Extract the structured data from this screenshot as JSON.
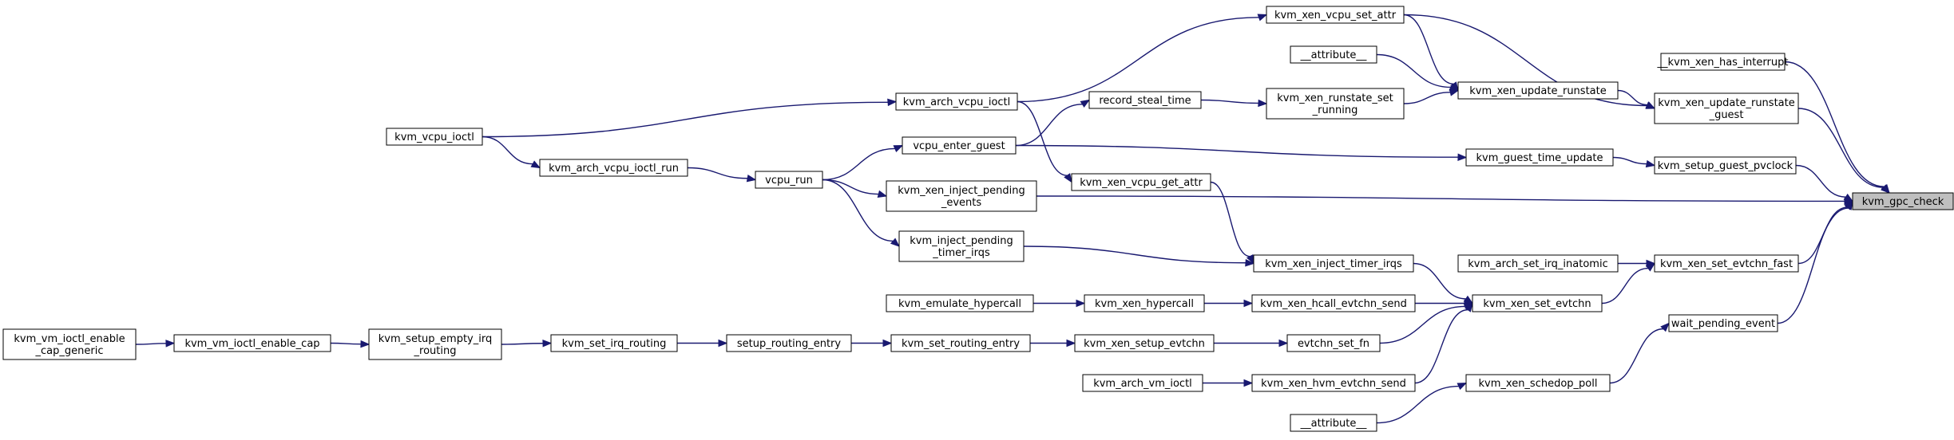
{
  "graph": {
    "nodes": [
      {
        "id": "kvm_gpc_check",
        "lines": [
          "kvm_gpc_check"
        ],
        "focus": true
      },
      {
        "id": "kvm_xen_has_interrupt",
        "lines": [
          "__kvm_xen_has_interrupt"
        ]
      },
      {
        "id": "kvm_xen_update_runstate_guest",
        "lines": [
          "kvm_xen_update_runstate",
          "_guest"
        ]
      },
      {
        "id": "kvm_setup_guest_pvclock",
        "lines": [
          "kvm_setup_guest_pvclock"
        ]
      },
      {
        "id": "kvm_xen_set_evtchn_fast",
        "lines": [
          "kvm_xen_set_evtchn_fast"
        ]
      },
      {
        "id": "wait_pending_event",
        "lines": [
          "wait_pending_event"
        ]
      },
      {
        "id": "kvm_xen_update_runstate",
        "lines": [
          "kvm_xen_update_runstate"
        ]
      },
      {
        "id": "kvm_xen_vcpu_set_attr",
        "lines": [
          "kvm_xen_vcpu_set_attr"
        ]
      },
      {
        "id": "attribute_1",
        "lines": [
          "__attribute__"
        ]
      },
      {
        "id": "kvm_xen_runstate_set_running",
        "lines": [
          "kvm_xen_runstate_set",
          "_running"
        ]
      },
      {
        "id": "record_steal_time",
        "lines": [
          "record_steal_time"
        ]
      },
      {
        "id": "kvm_arch_vcpu_ioctl",
        "lines": [
          "kvm_arch_vcpu_ioctl"
        ]
      },
      {
        "id": "kvm_vcpu_ioctl",
        "lines": [
          "kvm_vcpu_ioctl"
        ]
      },
      {
        "id": "vcpu_enter_guest",
        "lines": [
          "vcpu_enter_guest"
        ]
      },
      {
        "id": "vcpu_run",
        "lines": [
          "vcpu_run"
        ]
      },
      {
        "id": "kvm_arch_vcpu_ioctl_run",
        "lines": [
          "kvm_arch_vcpu_ioctl_run"
        ]
      },
      {
        "id": "kvm_guest_time_update",
        "lines": [
          "kvm_guest_time_update"
        ]
      },
      {
        "id": "kvm_xen_inject_pending_events",
        "lines": [
          "kvm_xen_inject_pending",
          "_events"
        ]
      },
      {
        "id": "kvm_xen_vcpu_get_attr",
        "lines": [
          "kvm_xen_vcpu_get_attr"
        ]
      },
      {
        "id": "kvm_inject_pending_timer_irqs",
        "lines": [
          "kvm_inject_pending",
          "_timer_irqs"
        ]
      },
      {
        "id": "kvm_xen_inject_timer_irqs",
        "lines": [
          "kvm_xen_inject_timer_irqs"
        ]
      },
      {
        "id": "kvm_arch_set_irq_inatomic",
        "lines": [
          "kvm_arch_set_irq_inatomic"
        ]
      },
      {
        "id": "kvm_xen_set_evtchn",
        "lines": [
          "kvm_xen_set_evtchn"
        ]
      },
      {
        "id": "kvm_xen_hcall_evtchn_send",
        "lines": [
          "kvm_xen_hcall_evtchn_send"
        ]
      },
      {
        "id": "kvm_xen_hypercall",
        "lines": [
          "kvm_xen_hypercall"
        ]
      },
      {
        "id": "kvm_emulate_hypercall",
        "lines": [
          "kvm_emulate_hypercall"
        ]
      },
      {
        "id": "evtchn_set_fn",
        "lines": [
          "evtchn_set_fn"
        ]
      },
      {
        "id": "kvm_xen_setup_evtchn",
        "lines": [
          "kvm_xen_setup_evtchn"
        ]
      },
      {
        "id": "kvm_set_routing_entry",
        "lines": [
          "kvm_set_routing_entry"
        ]
      },
      {
        "id": "setup_routing_entry",
        "lines": [
          "setup_routing_entry"
        ]
      },
      {
        "id": "kvm_set_irq_routing",
        "lines": [
          "kvm_set_irq_routing"
        ]
      },
      {
        "id": "kvm_setup_empty_irq_routing",
        "lines": [
          "kvm_setup_empty_irq",
          "_routing"
        ]
      },
      {
        "id": "kvm_vm_ioctl_enable_cap",
        "lines": [
          "kvm_vm_ioctl_enable_cap"
        ]
      },
      {
        "id": "kvm_vm_ioctl_enable_cap_generic",
        "lines": [
          "kvm_vm_ioctl_enable",
          "_cap_generic"
        ]
      },
      {
        "id": "kvm_xen_hvm_evtchn_send",
        "lines": [
          "kvm_xen_hvm_evtchn_send"
        ]
      },
      {
        "id": "kvm_arch_vm_ioctl",
        "lines": [
          "kvm_arch_vm_ioctl"
        ]
      },
      {
        "id": "kvm_xen_schedop_poll",
        "lines": [
          "kvm_xen_schedop_poll"
        ]
      },
      {
        "id": "attribute_2",
        "lines": [
          "__attribute__"
        ]
      }
    ],
    "edges": [
      {
        "from": "kvm_xen_has_interrupt",
        "to": "kvm_gpc_check"
      },
      {
        "from": "kvm_xen_update_runstate_guest",
        "to": "kvm_gpc_check"
      },
      {
        "from": "kvm_setup_guest_pvclock",
        "to": "kvm_gpc_check"
      },
      {
        "from": "kvm_xen_set_evtchn_fast",
        "to": "kvm_gpc_check"
      },
      {
        "from": "wait_pending_event",
        "to": "kvm_gpc_check"
      },
      {
        "from": "kvm_xen_inject_pending_events",
        "to": "kvm_gpc_check"
      },
      {
        "from": "kvm_xen_update_runstate",
        "to": "kvm_xen_update_runstate_guest"
      },
      {
        "from": "kvm_xen_vcpu_set_attr",
        "to": "kvm_xen_update_runstate_guest"
      },
      {
        "from": "kvm_xen_vcpu_set_attr",
        "to": "kvm_xen_update_runstate"
      },
      {
        "from": "attribute_1",
        "to": "kvm_xen_update_runstate"
      },
      {
        "from": "kvm_xen_runstate_set_running",
        "to": "kvm_xen_update_runstate"
      },
      {
        "from": "record_steal_time",
        "to": "kvm_xen_runstate_set_running"
      },
      {
        "from": "vcpu_enter_guest",
        "to": "record_steal_time"
      },
      {
        "from": "kvm_arch_vcpu_ioctl",
        "to": "kvm_xen_vcpu_set_attr"
      },
      {
        "from": "kvm_arch_vcpu_ioctl",
        "to": "kvm_xen_vcpu_get_attr"
      },
      {
        "from": "kvm_vcpu_ioctl",
        "to": "kvm_arch_vcpu_ioctl"
      },
      {
        "from": "kvm_vcpu_ioctl",
        "to": "kvm_arch_vcpu_ioctl_run"
      },
      {
        "from": "kvm_arch_vcpu_ioctl_run",
        "to": "vcpu_run"
      },
      {
        "from": "vcpu_run",
        "to": "vcpu_enter_guest"
      },
      {
        "from": "vcpu_run",
        "to": "kvm_xen_inject_pending_events"
      },
      {
        "from": "vcpu_run",
        "to": "kvm_inject_pending_timer_irqs"
      },
      {
        "from": "vcpu_enter_guest",
        "to": "kvm_guest_time_update"
      },
      {
        "from": "kvm_guest_time_update",
        "to": "kvm_setup_guest_pvclock"
      },
      {
        "from": "kvm_xen_vcpu_get_attr",
        "to": "kvm_xen_inject_timer_irqs"
      },
      {
        "from": "kvm_inject_pending_timer_irqs",
        "to": "kvm_xen_inject_timer_irqs"
      },
      {
        "from": "kvm_xen_inject_timer_irqs",
        "to": "kvm_xen_set_evtchn"
      },
      {
        "from": "kvm_arch_set_irq_inatomic",
        "to": "kvm_xen_set_evtchn_fast"
      },
      {
        "from": "kvm_xen_set_evtchn",
        "to": "kvm_xen_set_evtchn_fast"
      },
      {
        "from": "kvm_xen_hcall_evtchn_send",
        "to": "kvm_xen_set_evtchn"
      },
      {
        "from": "evtchn_set_fn",
        "to": "kvm_xen_set_evtchn"
      },
      {
        "from": "kvm_xen_hvm_evtchn_send",
        "to": "kvm_xen_set_evtchn"
      },
      {
        "from": "kvm_xen_hypercall",
        "to": "kvm_xen_hcall_evtchn_send"
      },
      {
        "from": "kvm_emulate_hypercall",
        "to": "kvm_xen_hypercall"
      },
      {
        "from": "kvm_xen_setup_evtchn",
        "to": "evtchn_set_fn"
      },
      {
        "from": "kvm_set_routing_entry",
        "to": "kvm_xen_setup_evtchn"
      },
      {
        "from": "setup_routing_entry",
        "to": "kvm_set_routing_entry"
      },
      {
        "from": "kvm_set_irq_routing",
        "to": "setup_routing_entry"
      },
      {
        "from": "kvm_setup_empty_irq_routing",
        "to": "kvm_set_irq_routing"
      },
      {
        "from": "kvm_vm_ioctl_enable_cap",
        "to": "kvm_setup_empty_irq_routing"
      },
      {
        "from": "kvm_vm_ioctl_enable_cap_generic",
        "to": "kvm_vm_ioctl_enable_cap"
      },
      {
        "from": "kvm_arch_vm_ioctl",
        "to": "kvm_xen_hvm_evtchn_send"
      },
      {
        "from": "kvm_xen_schedop_poll",
        "to": "wait_pending_event"
      },
      {
        "from": "attribute_2",
        "to": "kvm_xen_schedop_poll"
      }
    ],
    "colors": {
      "edge": "#191970",
      "node_border": "#000000",
      "focus_fill": "#bfbfbf",
      "background": "#ffffff"
    }
  }
}
